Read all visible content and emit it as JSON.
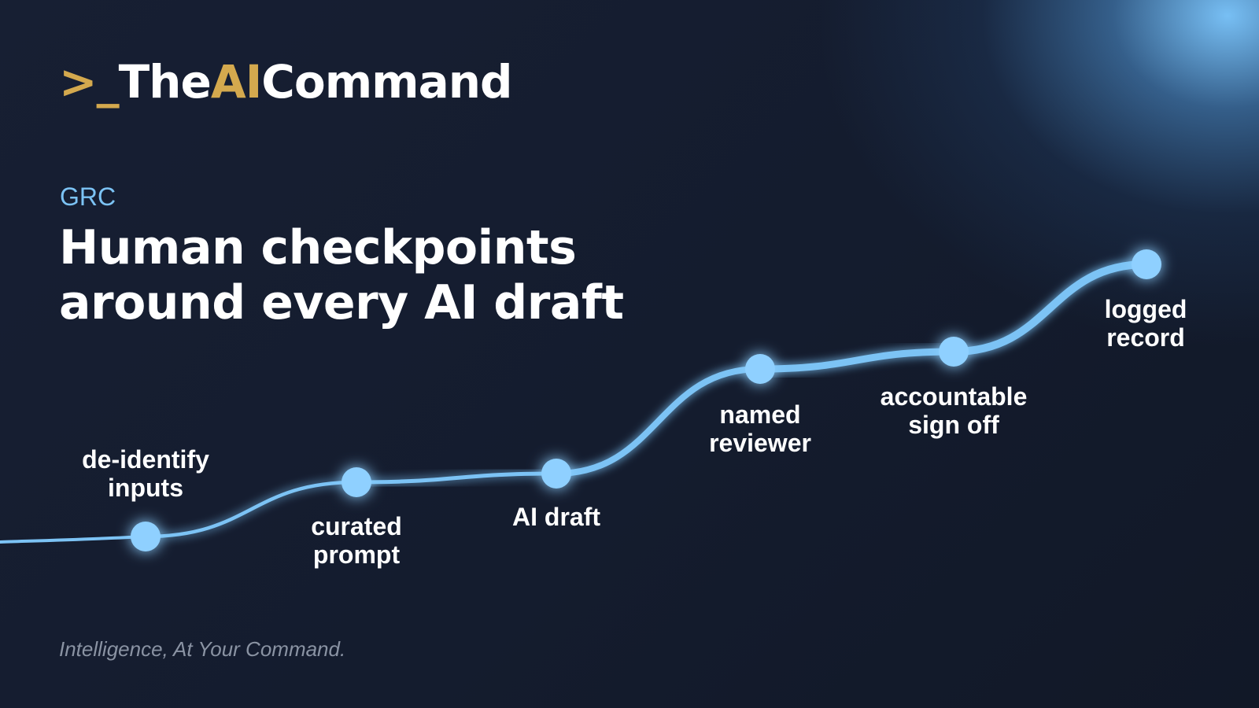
{
  "brand": {
    "prompt": ">_",
    "name_part1": "The",
    "name_accent": "AI",
    "name_part2": "Command"
  },
  "kicker": "GRC",
  "headline": {
    "line1": "Human checkpoints",
    "line2": "around every AI draft"
  },
  "tagline": "Intelligence, At Your Command.",
  "checkpoints": [
    {
      "lines": [
        "de-identify",
        "inputs"
      ]
    },
    {
      "lines": [
        "curated",
        "prompt"
      ]
    },
    {
      "lines": [
        "AI draft"
      ]
    },
    {
      "lines": [
        "named",
        "reviewer"
      ]
    },
    {
      "lines": [
        "accountable",
        "sign off"
      ]
    },
    {
      "lines": [
        "logged",
        "record"
      ]
    }
  ],
  "colors": {
    "accent": "#d4a94e",
    "line": "#7cc3f5",
    "node": "#8fd0ff",
    "background": "#141c2e"
  }
}
